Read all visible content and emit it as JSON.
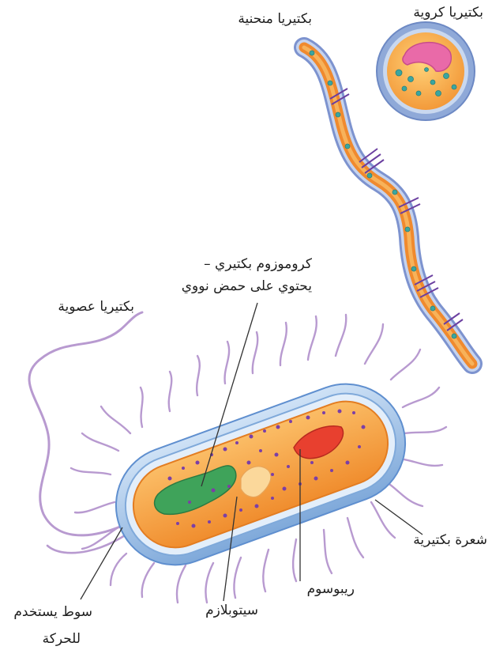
{
  "labels": {
    "coccus": "بكتيريا كروية",
    "spirillum": "بكتيريا منحنية",
    "chromosome_line1": "كروموزوم بكتيري –",
    "chromosome_line2": "يحتوي على حمض نووي",
    "bacillus": "بكتيريا عصوية",
    "pilus": "شعرة بكتيرية",
    "ribosome": "ريبوسوم",
    "cytoplasm": "سيتوبلازم",
    "flagellum_line1": "سوط يستخدم",
    "flagellum_line2": "للحركة"
  },
  "colors": {
    "capsule": "#9fc3e6",
    "cell_wall": "#5f8fcf",
    "cytoplasm": "#f4a84a",
    "chromosome": "#3fa35a",
    "ribosome_patch": "#e8402f",
    "granules": "#7b3fa6",
    "appendages": "#b89ad0",
    "coccus_nucleoid": "#e96aa8",
    "leader_line": "#333333"
  }
}
